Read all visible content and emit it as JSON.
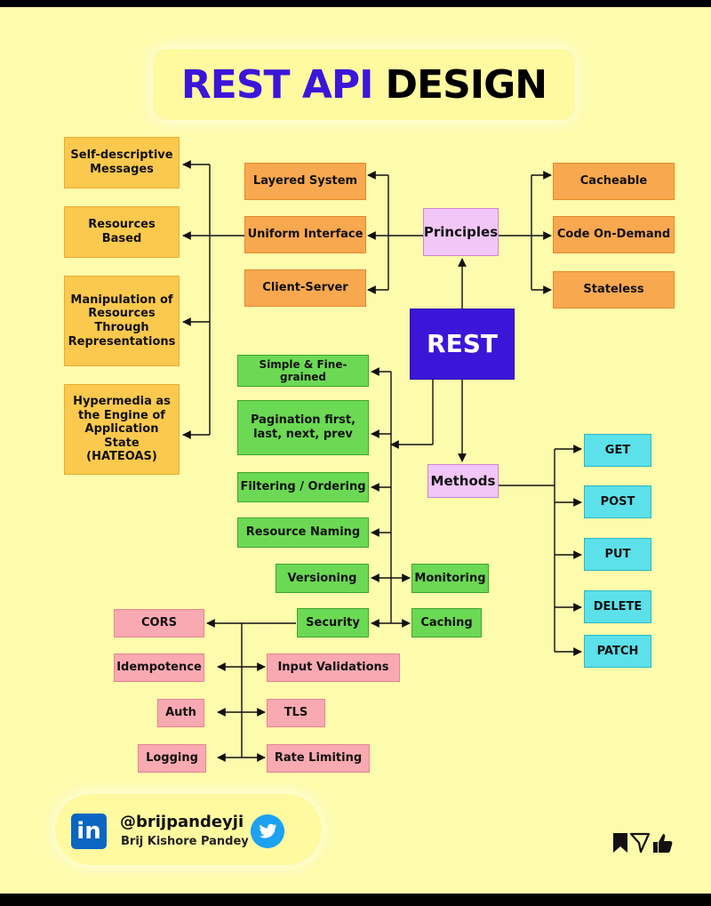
{
  "title": {
    "part1": "REST API",
    "part2": "DESIGN"
  },
  "center": "REST",
  "principles": {
    "label": "Principles",
    "left": [
      "Layered System",
      "Uniform Interface",
      "Client-Server"
    ],
    "right": [
      "Cacheable",
      "Code On-Demand",
      "Stateless"
    ],
    "uniform_interface": [
      "Self-descriptive Messages",
      "Resources Based",
      "Manipulation of Resources Through Representations",
      "Hypermedia as the Engine of Application State (HATEOAS)"
    ]
  },
  "methods": {
    "label": "Methods",
    "verbs": [
      "GET",
      "POST",
      "PUT",
      "DELETE",
      "PATCH"
    ]
  },
  "practices": {
    "items": [
      "Simple & Fine-grained",
      "Pagination first, last, next, prev",
      "Filtering / Ordering",
      "Resource Naming",
      "Versioning",
      "Security"
    ],
    "side": [
      "Monitoring",
      "Caching"
    ]
  },
  "security": {
    "left": [
      "CORS",
      "Idempotence",
      "Auth",
      "Logging"
    ],
    "right": [
      "Input Validations",
      "TLS",
      "Rate Limiting"
    ]
  },
  "footer": {
    "linkedin_icon": "linkedin-icon",
    "handle": "@brijpandeyji",
    "author": "Brij Kishore Pandey",
    "twitter_icon": "twitter-icon"
  },
  "colors": {
    "background": "#fdfbac",
    "accent": "#3b16d9",
    "orange": "#f8a84f",
    "green": "#6cd954",
    "pink": "#f9a9b1",
    "cyan": "#5ce0ea",
    "lavender": "#f3c6f8"
  }
}
